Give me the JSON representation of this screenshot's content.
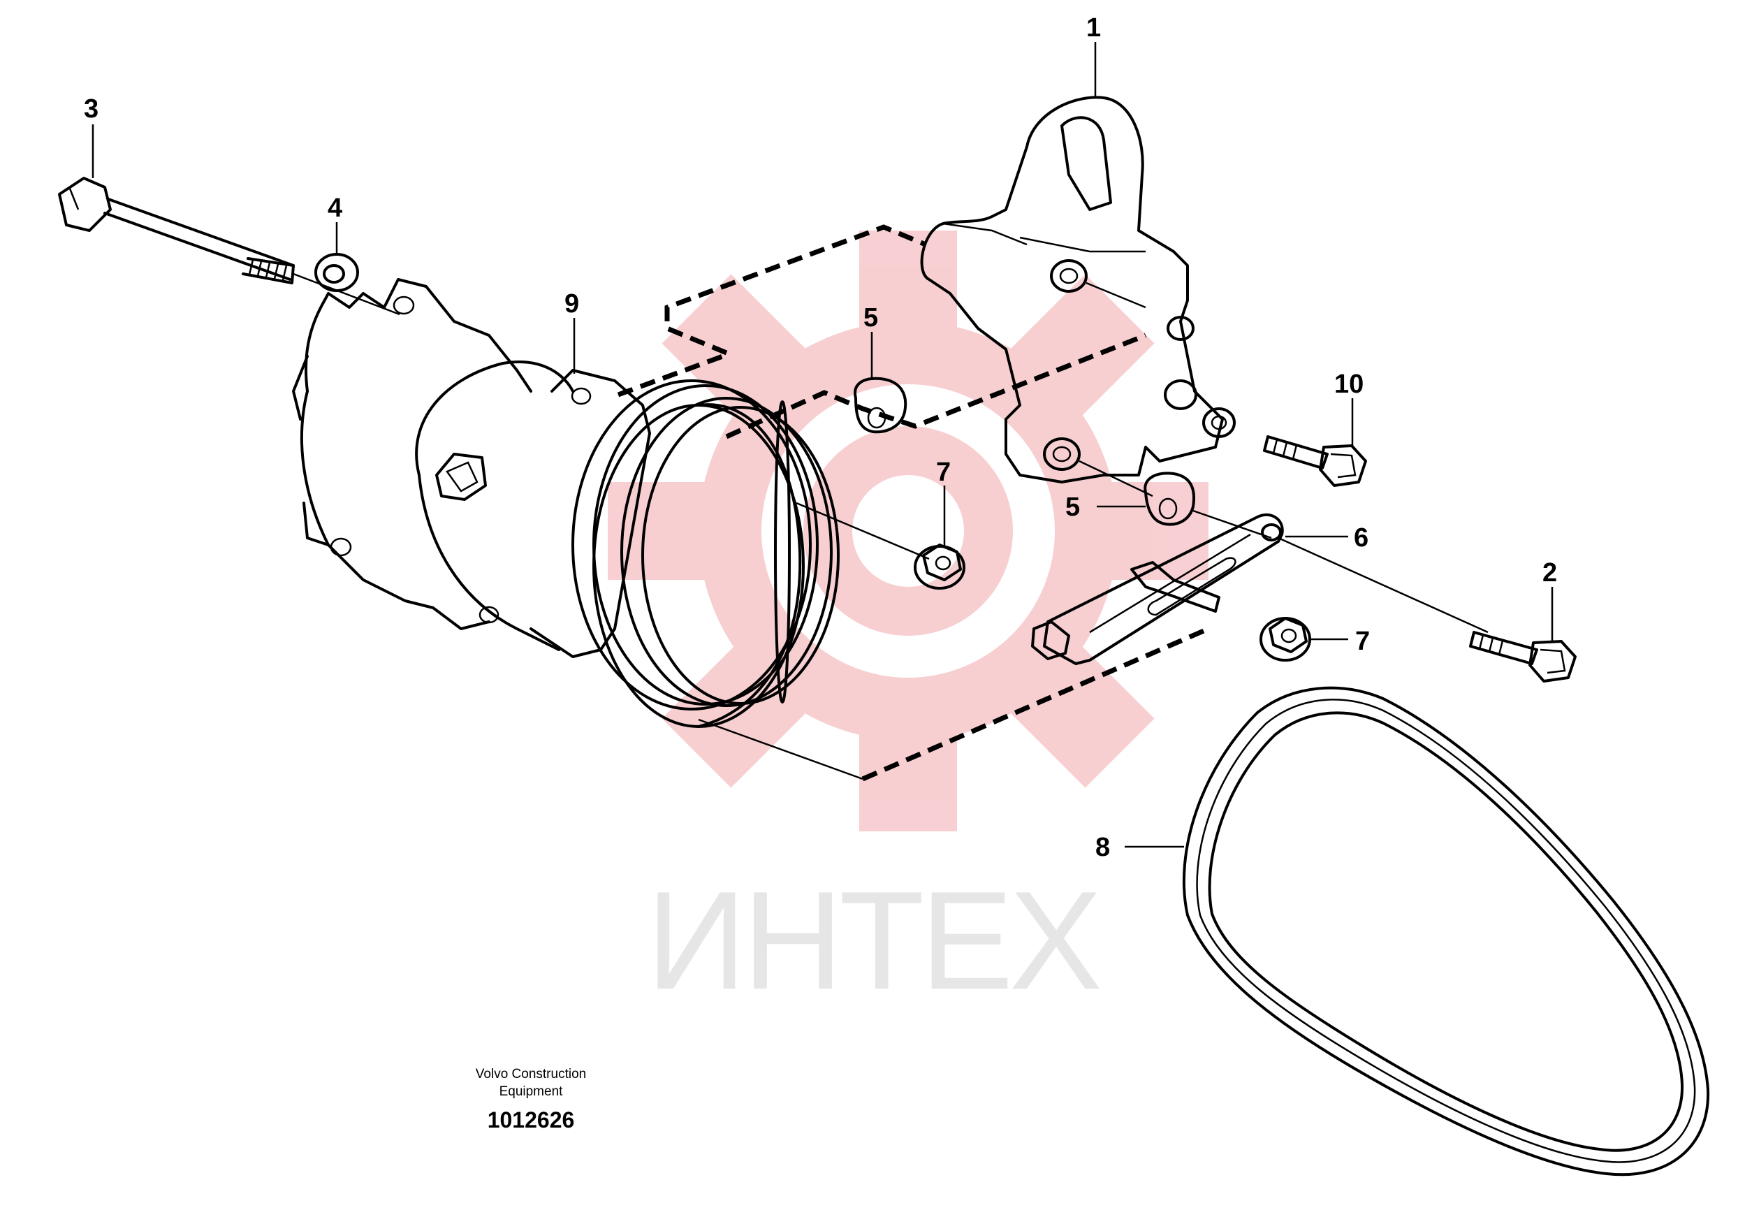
{
  "watermark": {
    "text": "ИНТЕХ",
    "color": "#f2a8ad"
  },
  "callouts": [
    {
      "id": "1",
      "label": "1"
    },
    {
      "id": "2",
      "label": "2"
    },
    {
      "id": "3",
      "label": "3"
    },
    {
      "id": "4",
      "label": "4"
    },
    {
      "id": "5a",
      "label": "5"
    },
    {
      "id": "5b",
      "label": "5"
    },
    {
      "id": "6",
      "label": "6"
    },
    {
      "id": "7a",
      "label": "7"
    },
    {
      "id": "7b",
      "label": "7"
    },
    {
      "id": "8",
      "label": "8"
    },
    {
      "id": "9",
      "label": "9"
    },
    {
      "id": "10",
      "label": "10"
    }
  ],
  "footer": {
    "manufacturer_line1": "Volvo Construction",
    "manufacturer_line2": "Equipment",
    "drawing_number": "1012626"
  }
}
